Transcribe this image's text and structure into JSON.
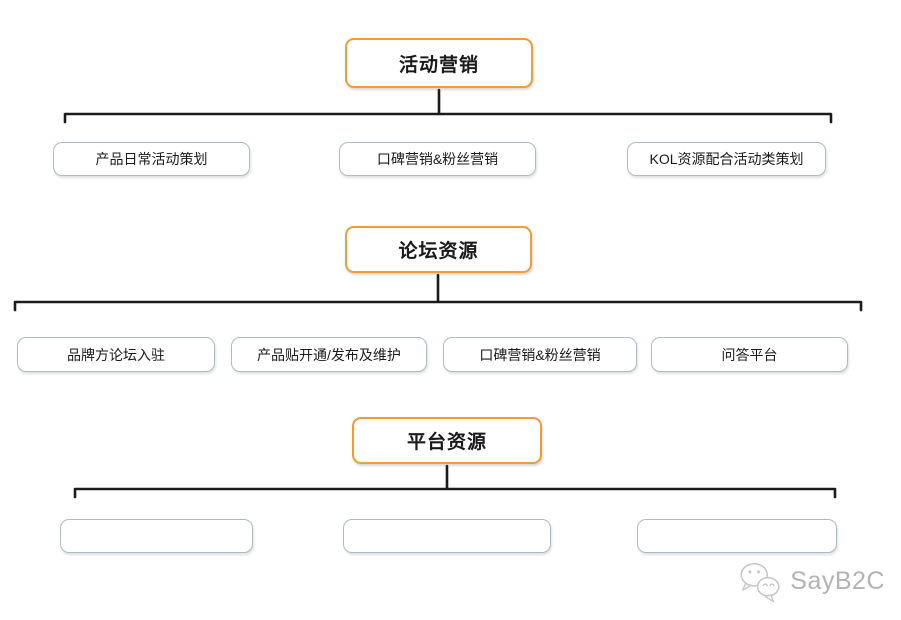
{
  "diagram": {
    "groups": [
      {
        "title": "活动营销",
        "children": [
          {
            "label": "产品日常活动策划"
          },
          {
            "label": "口碑营销&粉丝营销"
          },
          {
            "label": "KOL资源配合活动类策划"
          }
        ]
      },
      {
        "title": "论坛资源",
        "children": [
          {
            "label": "品牌方论坛入驻"
          },
          {
            "label": "产品贴开通/发布及维护"
          },
          {
            "label": "口碑营销&粉丝营销"
          },
          {
            "label": "问答平台"
          }
        ]
      },
      {
        "title": "平台资源",
        "children": [
          {
            "label": ""
          },
          {
            "label": ""
          },
          {
            "label": ""
          }
        ]
      }
    ],
    "colors": {
      "header_border": "#ED9C3C",
      "child_border": "#ADBCC1",
      "connector": "#1b1b1b",
      "watermark_text": "#b3b3b3"
    }
  },
  "watermark": {
    "icon": "wechat-icon",
    "text": "SayB2C"
  }
}
